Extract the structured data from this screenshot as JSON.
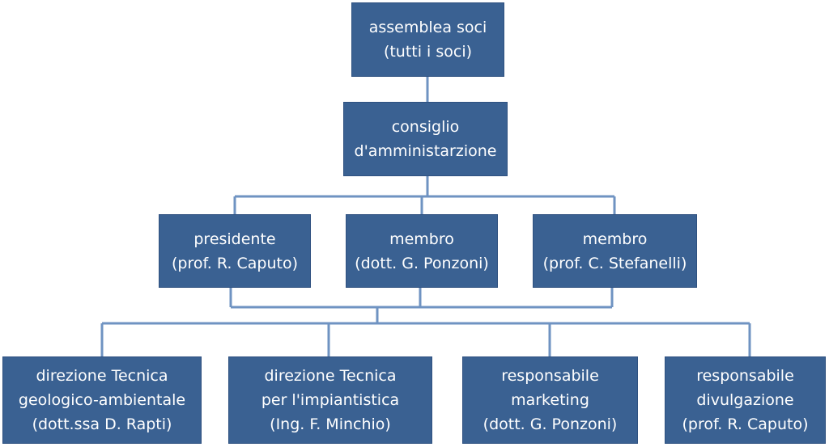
{
  "diagram": {
    "line_color": "#6f93c2",
    "box_color": "#3a6192",
    "text_color": "#ffffff",
    "nodes": {
      "assemblea": {
        "lines": [
          "assemblea soci",
          "(tutti i soci)"
        ]
      },
      "consiglio": {
        "lines": [
          "consiglio",
          "d'amministarzione"
        ]
      },
      "presidente": {
        "lines": [
          "presidente",
          "(prof. R. Caputo)"
        ]
      },
      "membro1": {
        "lines": [
          "membro",
          "(dott. G. Ponzoni)"
        ]
      },
      "membro2": {
        "lines": [
          "membro",
          "(prof. C. Stefanelli)"
        ]
      },
      "dir_geo": {
        "lines": [
          "direzione Tecnica",
          "geologico-ambientale",
          "(dott.ssa D. Rapti)"
        ]
      },
      "dir_imp": {
        "lines": [
          "direzione Tecnica",
          "per l'impiantistica",
          "(Ing. F. Minchio)"
        ]
      },
      "marketing": {
        "lines": [
          "responsabile",
          "marketing",
          "(dott. G. Ponzoni)"
        ]
      },
      "divulgazione": {
        "lines": [
          "responsabile",
          "divulgazione",
          "(prof. R. Caputo)"
        ]
      }
    },
    "edges": [
      [
        "assemblea",
        "consiglio"
      ],
      [
        "consiglio",
        "presidente"
      ],
      [
        "consiglio",
        "membro1"
      ],
      [
        "consiglio",
        "membro2"
      ],
      [
        "board",
        "dir_geo"
      ],
      [
        "board",
        "dir_imp"
      ],
      [
        "board",
        "marketing"
      ],
      [
        "board",
        "divulgazione"
      ]
    ]
  }
}
